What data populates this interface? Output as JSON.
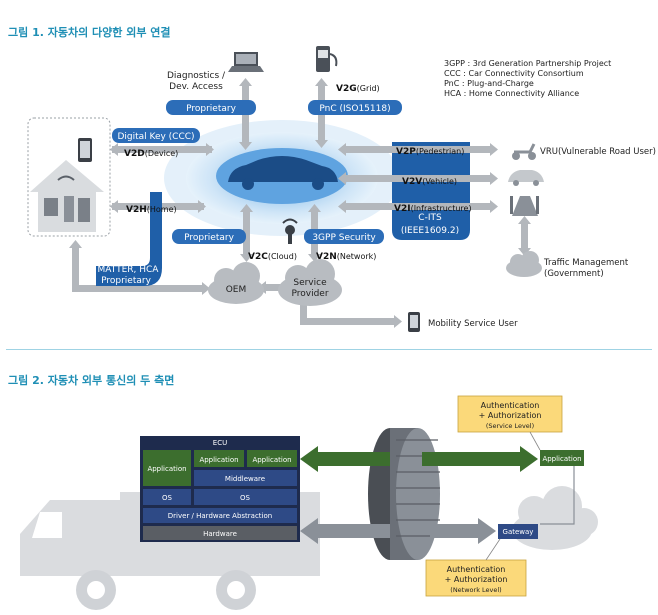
{
  "fig1": {
    "title": "그림 1. 자동차의 다양한 외부 연결",
    "legend": [
      "3GPP : 3rd Generation Partnership Project",
      "CCC : Car Connectivity Consortium",
      "PnC : Plug-and-Charge",
      "HCA : Home Connectivity Alliance"
    ],
    "diagnostics": [
      "Diagnostics /",
      "Dev. Access"
    ],
    "proprietary_top": "Proprietary",
    "pnc": "PnC (ISO15118)",
    "v2g_code": "V2G",
    "v2g_sub": "(Grid)",
    "digital_key": "Digital Key (CCC)",
    "v2d_code": "V2D",
    "v2d_sub": "(Device)",
    "v2h_code": "V2H",
    "v2h_sub": "(Home)",
    "v2p_code": "V2P",
    "v2p_sub": "(Pedestrian)",
    "v2v_code": "V2V",
    "v2v_sub": "(Vehicle)",
    "v2i_code": "V2I",
    "v2i_sub": "(Infrastructure)",
    "c_its": [
      "C-ITS",
      "(IEEE1609.2)"
    ],
    "vru": "VRU(Vulnerable Road User)",
    "traffic": [
      "Traffic Management",
      "(Government)"
    ],
    "proprietary_mid": "Proprietary",
    "security": "3GPP Security",
    "v2c_code": "V2C",
    "v2c_sub": "(Cloud)",
    "v2n_code": "V2N",
    "v2n_sub": "(Network)",
    "matter": [
      "MATTER, HCA",
      "Proprietary"
    ],
    "oem": "OEM",
    "service_provider": [
      "Service",
      "Provider"
    ],
    "mobility_user": "Mobility Service User"
  },
  "fig2": {
    "title": "그림 2. 자동차 외부 통신의 두 측면",
    "ecu": "ECU",
    "ecu_app_left": "Application",
    "ecu_app1": "Application",
    "ecu_app2": "Application",
    "middleware": "Middleware",
    "os1": "OS",
    "os2": "OS",
    "driver": "Driver / Hardware Abstraction",
    "hardware": "Hardware",
    "auth_service": [
      "Authentication",
      "+ Authorization",
      "(Service Level)"
    ],
    "application_cloud": "Application",
    "gateway": "Gateway",
    "auth_network": [
      "Authentication",
      "+ Authorization",
      "(Network Level)"
    ]
  },
  "colors": {
    "title_blue": "#1f8fb5",
    "panel_blue": "#1f5fa8",
    "label_blue": "#2c6db8",
    "arrow_gray": "#b3b7bc",
    "ecu_navy": "#1e2b4d",
    "ecu_cell": "#2e4a86",
    "dark_green": "#3c6e2e",
    "callout_yellow": "#fbd97a"
  }
}
